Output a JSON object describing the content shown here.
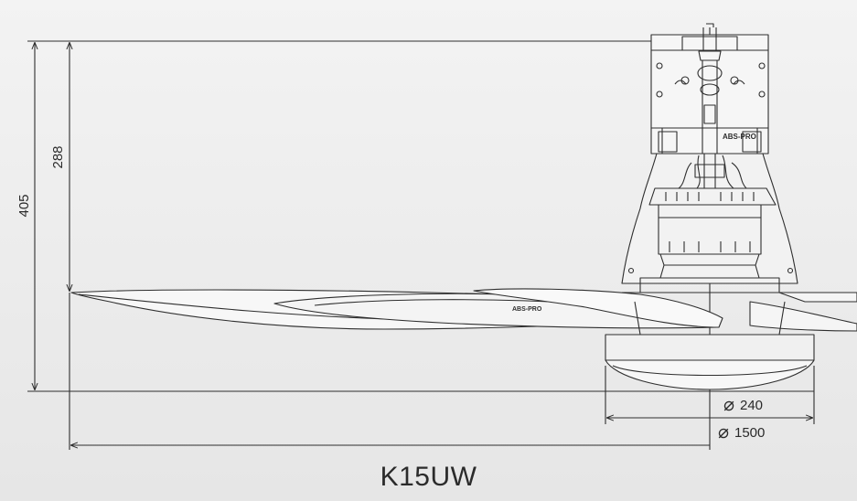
{
  "dimensions": {
    "total_height": "405",
    "motor_height": "288",
    "hub_diameter_symbol": "⌀",
    "hub_diameter": "240",
    "blade_span_symbol": "⌀",
    "blade_span": "1500"
  },
  "model": "K15UW",
  "motor_markings": {
    "top_label": "ABS-PRO",
    "blade_label": "ABS-PRO"
  },
  "colors": {
    "line": "#2e2e2e",
    "background": "#ececec"
  }
}
